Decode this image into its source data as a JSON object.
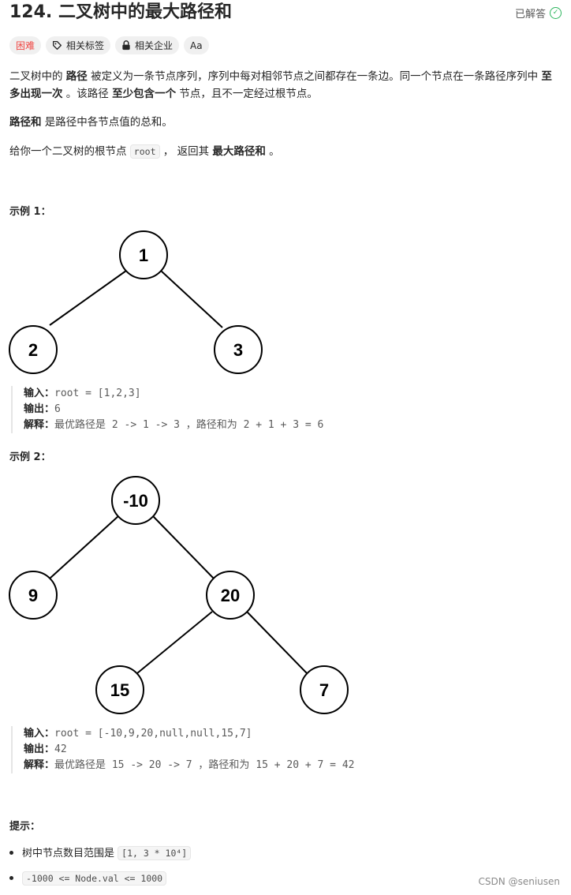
{
  "problem": {
    "title": "124. 二叉树中的最大路径和",
    "status": "已解答",
    "tags": {
      "difficulty": "困难",
      "related_tags": "相关标签",
      "related_companies": "相关企业",
      "font_toggle": "Aa"
    },
    "description": {
      "p1_a": "二叉树中的 ",
      "p1_path": "路径",
      "p1_b": " 被定义为一条节点序列，序列中每对相邻节点之间都存在一条边。同一个节点在一条路径序列中 ",
      "p1_once": "至多出现一次",
      "p1_c": " 。该路径 ",
      "p1_atleast": "至少包含一个",
      "p1_d": " 节点，且不一定经过根节点。",
      "p2_bold": "路径和",
      "p2_rest": " 是路径中各节点值的总和。",
      "p3_a": "给你一个二叉树的根节点 ",
      "p3_code": "root",
      "p3_b": " ， 返回其 ",
      "p3_bold": "最大路径和",
      "p3_c": " 。"
    },
    "example1": {
      "heading": "示例 1：",
      "nodes": [
        "1",
        "2",
        "3"
      ],
      "input_label": "输入：",
      "input": "root = [1,2,3]",
      "output_label": "输出：",
      "output": "6",
      "explain_label": "解释：",
      "explain": "最优路径是 2 -> 1 -> 3 ，路径和为 2 + 1 + 3 = 6"
    },
    "example2": {
      "heading": "示例 2：",
      "nodes": [
        "-10",
        "9",
        "20",
        "15",
        "7"
      ],
      "input_label": "输入：",
      "input": "root = [-10,9,20,null,null,15,7]",
      "output_label": "输出：",
      "output": "42",
      "explain_label": "解释：",
      "explain": "最优路径是 15 -> 20 -> 7 ，路径和为 15 + 20 + 7 = 42"
    },
    "tips": {
      "heading": "提示：",
      "item1_text": "树中节点数目范围是 ",
      "item1_code": "[1, 3 * 10⁴]",
      "item2_code": "-1000 <= Node.val <= 1000"
    }
  },
  "watermark": "CSDN @seniusen",
  "colors": {
    "hard": "#ef4743",
    "solved": "#2db55d"
  }
}
